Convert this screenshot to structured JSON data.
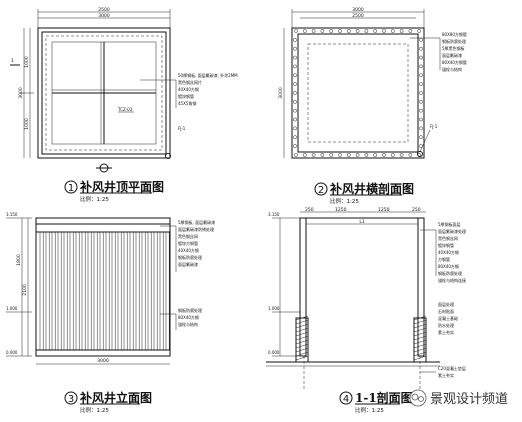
{
  "panel1": {
    "number": "1",
    "title": "补风井顶平面图",
    "scale": "比例：1:25",
    "dim_top": "2500",
    "dim_top_total": "3000",
    "dim_left": "3000",
    "dim_left_parts": [
      "1000",
      "1000"
    ],
    "notes": [
      "50厚钢板, 面层氟碳漆, 外涂2MM",
      "黑色钢丝网片",
      "40X40方钢",
      "镀锌钢管",
      "45X5角钢"
    ],
    "center_label": "TCZ-03",
    "corner_label": "FJ-1"
  },
  "panel2": {
    "number": "2",
    "title": "补风井横剖面图",
    "scale": "比例：1:25",
    "dim_top": "3000",
    "dim_top_inner": "2500",
    "dim_left": "3000",
    "notes": [
      "80X80方钢管",
      "钢板防腐处理",
      "5厚黑色钢板",
      "面层氟碳漆",
      "80X40方钢管",
      "锚栓与结构"
    ],
    "corner_label": "FJ-1"
  },
  "panel3": {
    "number": "3",
    "title": "补风井立面图",
    "scale": "比例：1:25",
    "levels": [
      "3.150",
      "1.000",
      "0.000"
    ],
    "dims_left": [
      "1800",
      "2100"
    ],
    "dim_bottom": "3000",
    "notes": [
      "5厚钢板, 面层氟碳漆",
      "面层氟碳漆防锈处理",
      "黑色钢丝网",
      "镀锌方钢管",
      "40X40方钢",
      "钢板防腐处理",
      "面层氟碳漆",
      "钢板防腐处理",
      "80X40方钢",
      "锚栓与结构"
    ]
  },
  "panel4": {
    "number": "4",
    "title": "1-1剖面图",
    "scale": "比例：1:25",
    "levels": [
      "3.150",
      "1.000",
      "0.000"
    ],
    "dims_top": [
      "250",
      "1250",
      "1250",
      "250"
    ],
    "dim_top_label": "L1",
    "notes": [
      "5厚钢板面层",
      "面层氟碳漆处理",
      "黑色钢丝网",
      "镀锌钢管",
      "40X40方钢",
      "方钢管",
      "80X40方钢",
      "钢板防腐处理",
      "锚栓与结构连接",
      "面层处理",
      "石材贴面",
      "混凝土基础",
      "防水处理",
      "素土夯实"
    ],
    "bottom_notes": [
      "C20混凝土垫层",
      "素土夯实"
    ]
  },
  "watermark": "景观设计频道"
}
